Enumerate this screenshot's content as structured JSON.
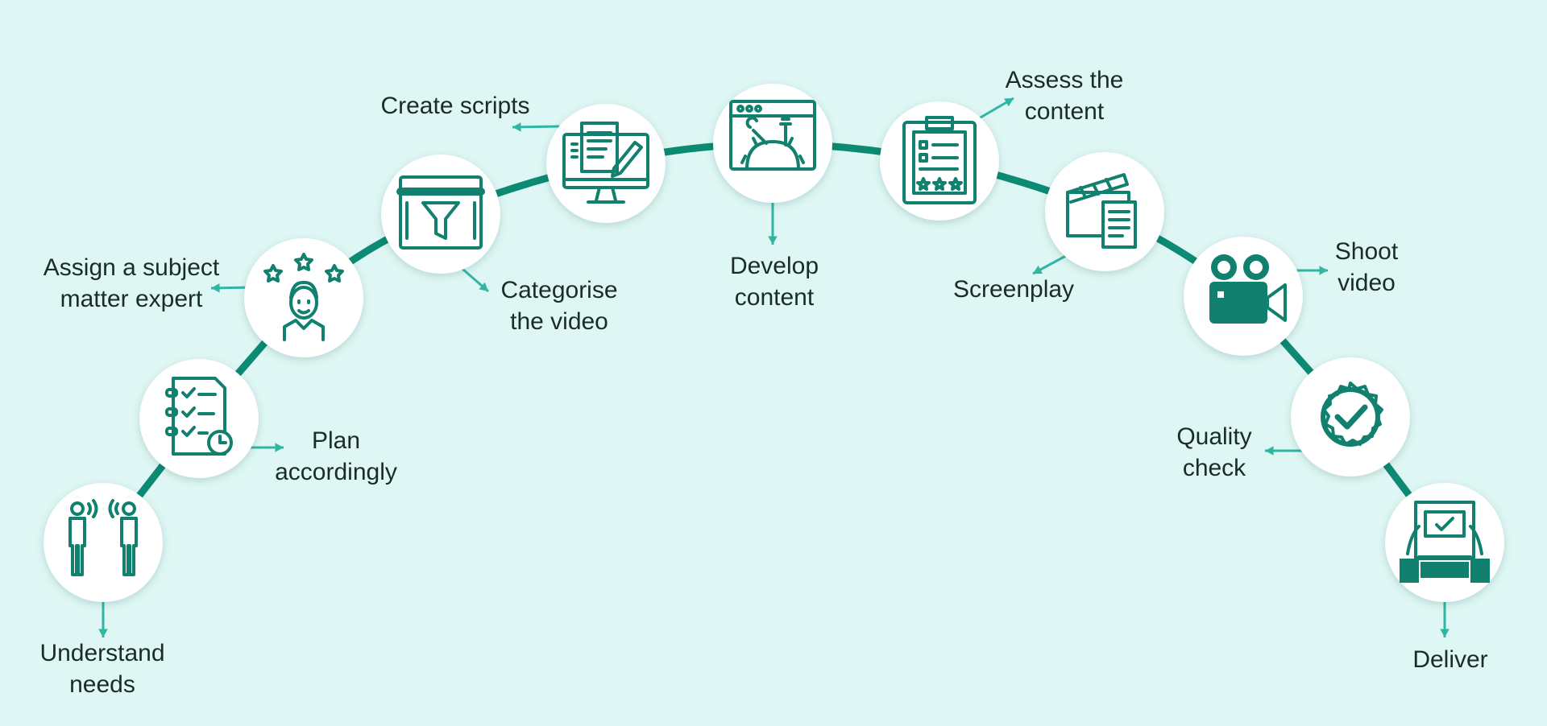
{
  "colors": {
    "background": "#dff7f4",
    "path": "#0c8a74",
    "icon": "#11806e",
    "arrow": "#2fb7a3",
    "node": "#ffffff",
    "text": "#1b2b2a"
  },
  "steps": [
    {
      "label": "Understand\nneeds",
      "icon": "two-people-talking-icon"
    },
    {
      "label": "Plan\naccordingly",
      "icon": "checklist-clock-icon"
    },
    {
      "label": "Assign a subject\nmatter expert",
      "icon": "expert-stars-icon"
    },
    {
      "label": "Categorise\nthe video",
      "icon": "browser-filter-icon"
    },
    {
      "label": "Create scripts",
      "icon": "monitor-document-pen-icon"
    },
    {
      "label": "Develop\ncontent",
      "icon": "browser-tools-gear-icon"
    },
    {
      "label": "Assess the\ncontent",
      "icon": "clipboard-rating-icon"
    },
    {
      "label": "Screenplay",
      "icon": "clapperboard-script-icon"
    },
    {
      "label": "Shoot\nvideo",
      "icon": "video-camera-icon"
    },
    {
      "label": "Quality\ncheck",
      "icon": "quality-badge-icon"
    },
    {
      "label": "Deliver",
      "icon": "hands-delivering-box-icon"
    }
  ]
}
